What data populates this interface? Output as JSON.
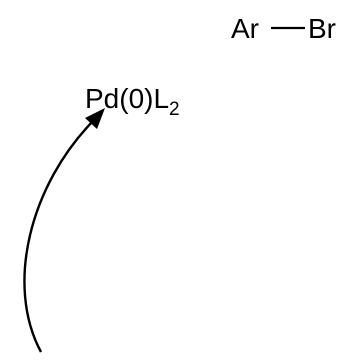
{
  "reactant": {
    "aryl": "Ar",
    "halide": "Br"
  },
  "catalyst": {
    "main": "Pd(0)L",
    "subscript": "2"
  },
  "colors": {
    "ink": "#000000",
    "background": "#ffffff"
  }
}
